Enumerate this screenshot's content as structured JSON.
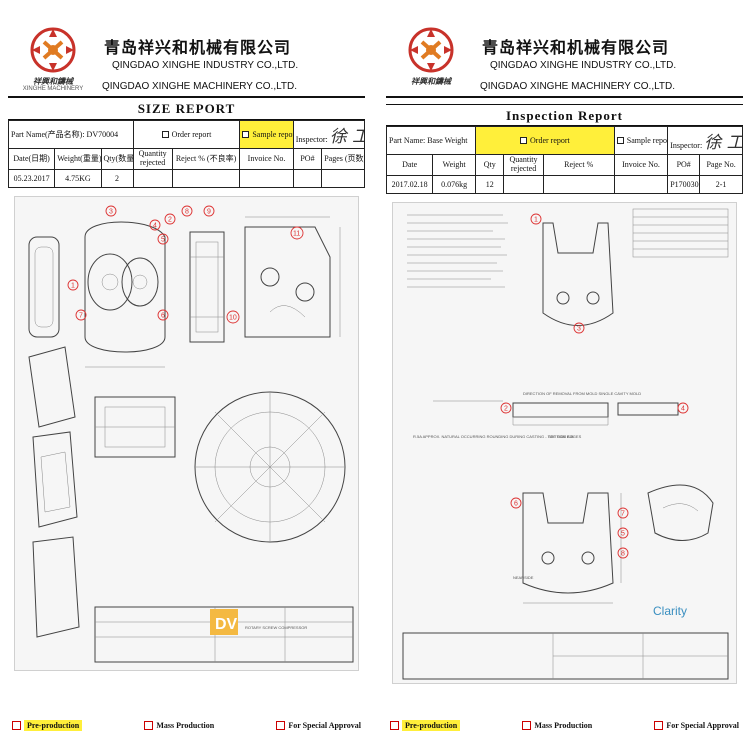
{
  "company": {
    "name_cn": "青岛祥兴和机械有限公司",
    "name_en_industry": "QINGDAO XINGHE INDUSTRY CO.,LTD.",
    "name_en_machinery": "QINGDAO XINGHE MACHINERY CO.,LTD.",
    "logo_text": "祥興和鑄械",
    "logo_caption": "XINGHE MACHINERY",
    "brand_color": "#c8322a"
  },
  "size_report": {
    "title": "SIZE  REPORT",
    "part_name_label": "Part Name(产品名称):",
    "part_name": "DV70004",
    "order_report": "Order report",
    "sample_report": "Sample report",
    "inspector_label": "Inspector:",
    "inspector_sig": "徐 工",
    "columns": [
      "Date(日期)",
      "Weight(重量)",
      "Qty(数量)",
      "Quantity rejected",
      "Reject % (不良率)",
      "Invoice No.",
      "PO#",
      "Pages (页数)"
    ],
    "row": [
      "05.23.2017",
      "4.75KG",
      "2",
      "",
      "",
      "",
      "",
      ""
    ],
    "drawing_balloons": [
      "1",
      "2",
      "3",
      "4",
      "5",
      "6",
      "7",
      "8",
      "9",
      "10",
      "11"
    ],
    "drawing_logo": "DV",
    "drawing_title": "ROTARY SCREW COMPRESSOR"
  },
  "inspection_report": {
    "title": "Inspection Report",
    "part_name_label": "Part Name:",
    "part_name": "Base Weight",
    "order_report": "Order report",
    "sample_report": "Sample report",
    "inspector_label": "Inspector:",
    "inspector_sig": "徐 工",
    "columns": [
      "Date",
      "Weight",
      "Qty",
      "Quantity rejected",
      "Reject %",
      "Invoice No.",
      "PO#",
      "Page No."
    ],
    "row": [
      "2017.02.18",
      "0.076kg",
      "12",
      "",
      "",
      "",
      "P170030",
      "2-1"
    ],
    "drawing_balloons": [
      "1",
      "2",
      "3",
      "4",
      "5",
      "6",
      "7",
      "8"
    ],
    "drawing_logo": "Clarity",
    "drawing_note_a": "R.5A APPROX. NATURAL OCCURRING ROUNDING DURING CASTING - TOP SIDE EDGES",
    "drawing_note_b": "DIRECTION OF REMOVAL FROM MOLD SINGLE CAVITY MOLD",
    "drawing_section": "SECTION B-B",
    "drawing_view": "NEARSIDE"
  },
  "footer": {
    "pre_production": "Pre-production",
    "mass_production": "Mass Production",
    "special_approval": "For Special Approval"
  }
}
